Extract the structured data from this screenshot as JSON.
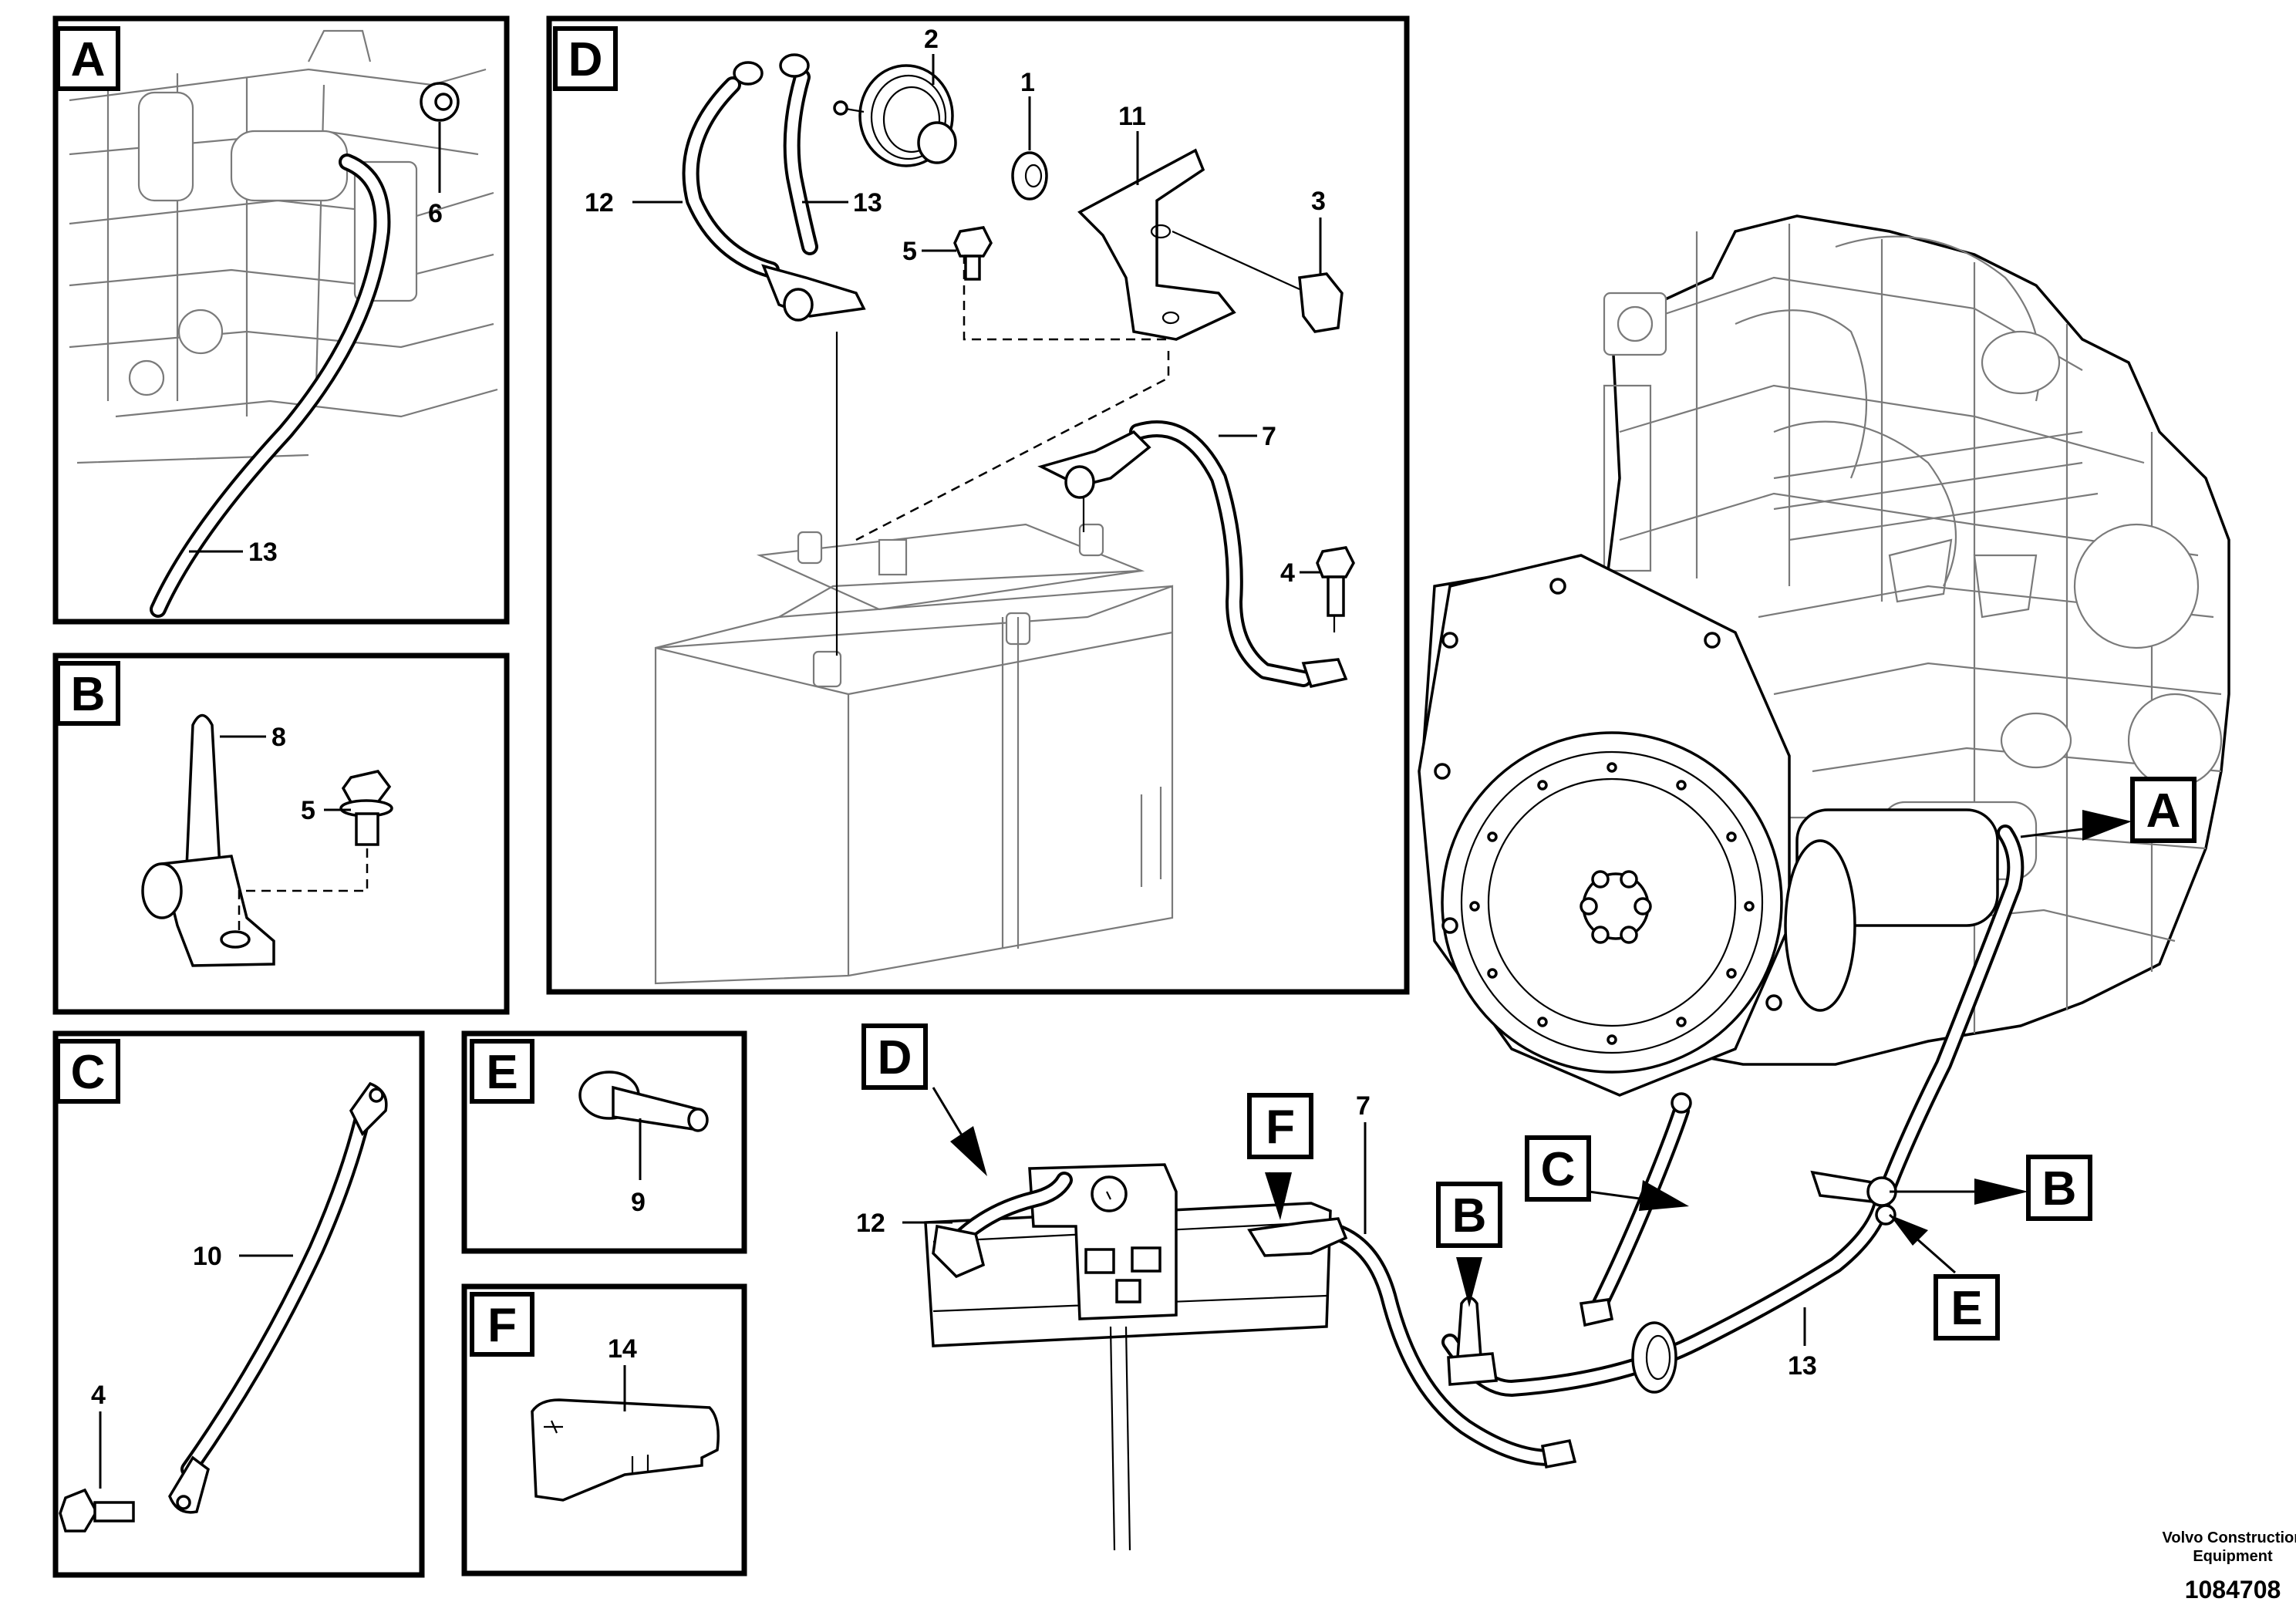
{
  "panels": {
    "a": {
      "letter": "A",
      "callouts": [
        "6",
        "13"
      ]
    },
    "b": {
      "letter": "B",
      "callouts": [
        "8",
        "5"
      ]
    },
    "c": {
      "letter": "C",
      "callouts": [
        "10",
        "4"
      ]
    },
    "d": {
      "letter": "D",
      "callouts": [
        "2",
        "1",
        "11",
        "12",
        "13",
        "5",
        "3",
        "7",
        "4"
      ]
    },
    "e": {
      "letter": "E",
      "callouts": [
        "9"
      ]
    },
    "f": {
      "letter": "F",
      "callouts": [
        "14"
      ]
    }
  },
  "overview": {
    "letters": {
      "a": "A",
      "b1": "B",
      "b2": "B",
      "c": "C",
      "d": "D",
      "e": "E",
      "f": "F"
    },
    "callouts": {
      "cable_12": "12",
      "cable_7": "7",
      "cable_13": "13"
    }
  },
  "footer": {
    "manufacturer_line1": "Volvo Construction",
    "manufacturer_line2": "Equipment",
    "drawing_number": "1084708"
  }
}
